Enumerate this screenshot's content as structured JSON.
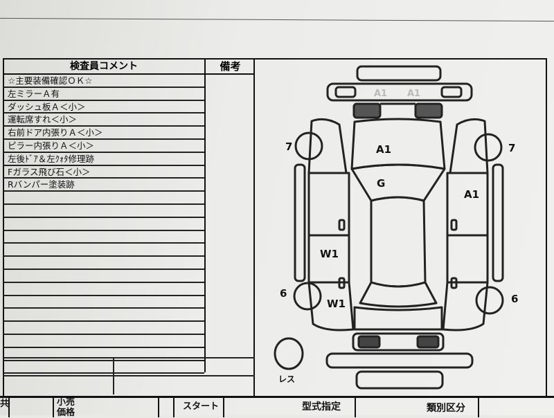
{
  "comments": {
    "header": "検査員コメント",
    "remarks_header": "備考",
    "items": [
      "☆主要装備確認ＯＫ☆",
      "左ミラーＡ有",
      "ダッシュ板Ａ＜小＞",
      "運転席すれ＜小＞",
      "右前ドア内張りＡ＜小＞",
      "ピラー内張りＡ＜小＞",
      "左後ﾄﾞｱ＆左ｸｫﾀ修理跡",
      "Fガラス飛び石＜小＞",
      "Rバンパー塗装跡"
    ]
  },
  "diagram": {
    "front_bumper_marks": [
      "A1",
      "A1"
    ],
    "hood": "A1",
    "windshield": "G",
    "right_front_fender": "A1",
    "left_door": "W1",
    "left_rear": "W1",
    "front_left_wheel": "7",
    "front_right_wheel": "7",
    "rear_left_wheel": "6",
    "rear_right_wheel": "6",
    "spare_tire": "レス"
  },
  "footer": {
    "col1": "共",
    "retail_top": "小売",
    "retail_bottom": "価格",
    "start_top": "スタート",
    "model_designation": "型式指定",
    "category_class": "類別区分"
  },
  "colors": {
    "ink": "#111111",
    "paper": "#ecece9",
    "shade": "#555555"
  }
}
